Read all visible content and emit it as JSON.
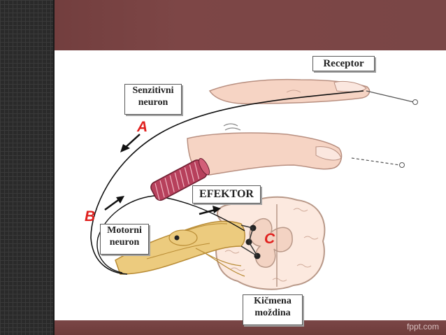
{
  "labels": {
    "receptor": "Receptor",
    "senzitivni_line1": "Senzitivni",
    "senzitivni_line2": "neuron",
    "efektor": "EFEKTOR",
    "motorni_line1": "Motorni",
    "motorni_line2": "neuron",
    "kicmena_line1": "Kičmena",
    "kicmena_line2": "moždina"
  },
  "letters": {
    "a": "A",
    "b": "B",
    "c": "C"
  },
  "watermark": "fppt.com",
  "colors": {
    "banner": "#7a4646",
    "letter_red": "#e0201e",
    "skin": "#f3cfc0",
    "nerve": "#e9c77a",
    "muscle": "#b7405c"
  }
}
